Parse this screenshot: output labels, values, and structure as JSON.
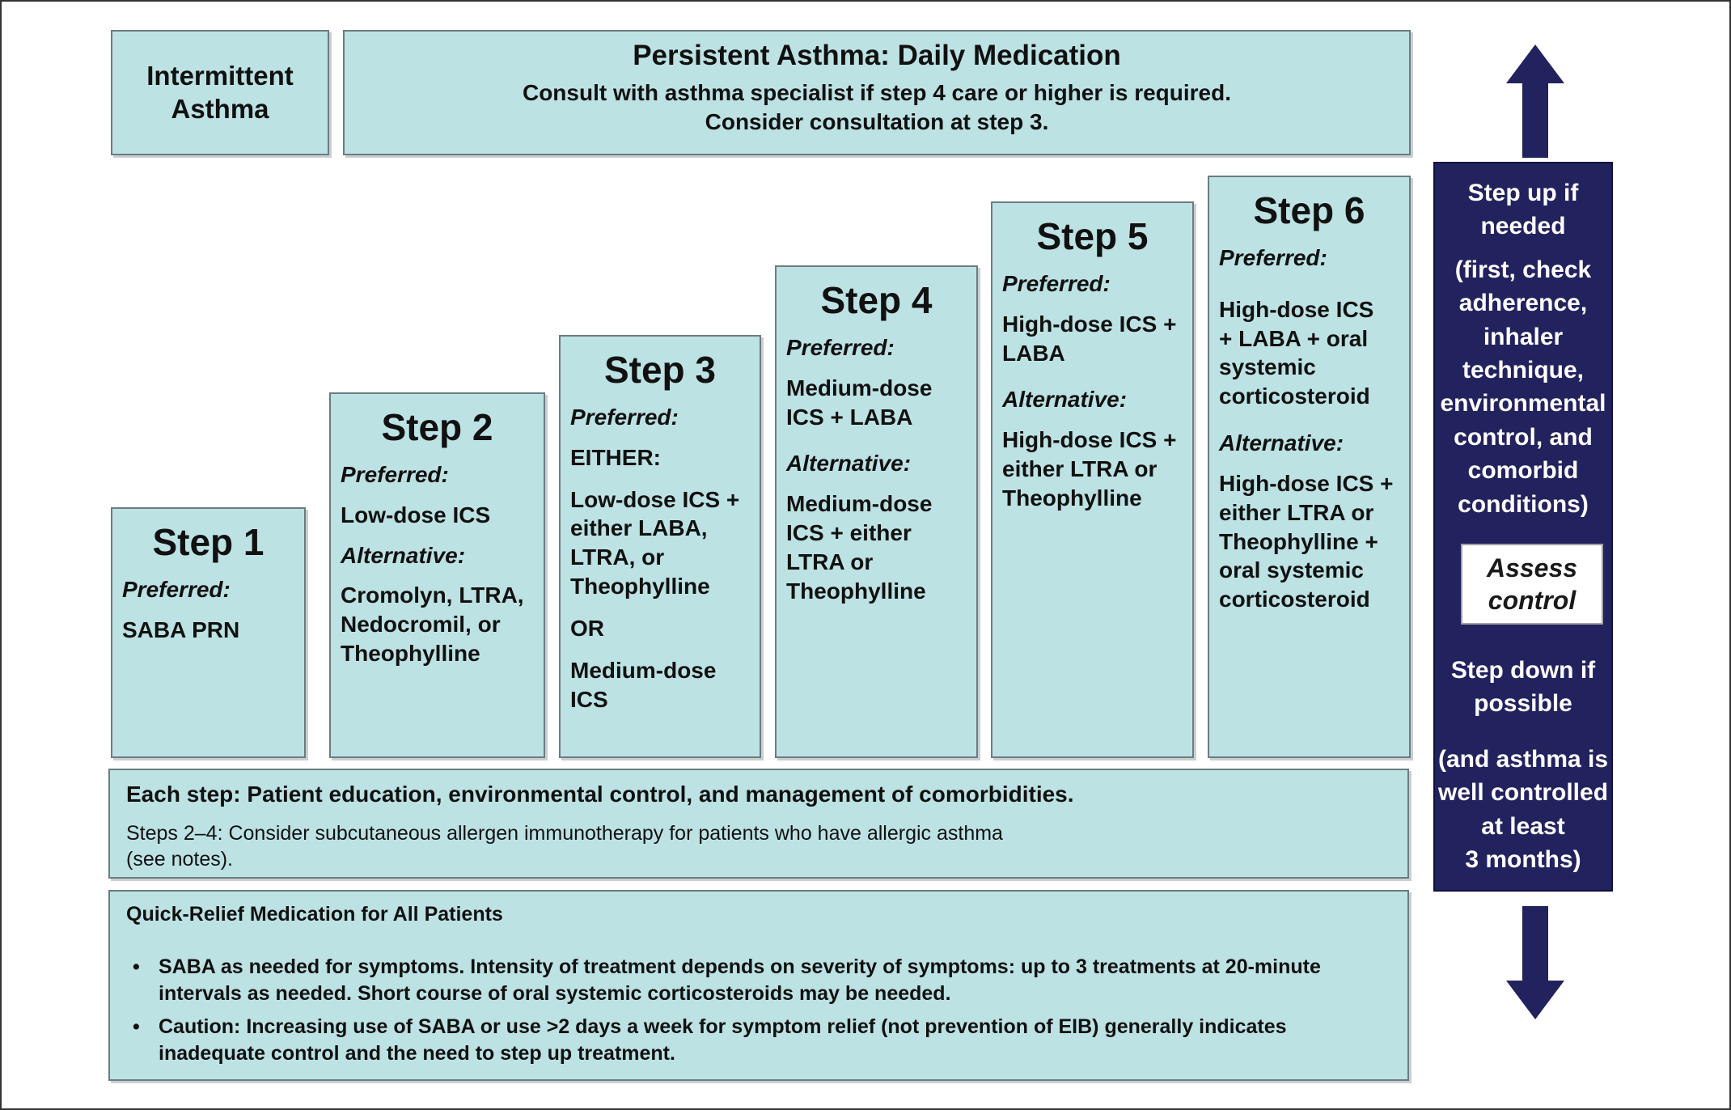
{
  "header": {
    "intermittent": "Intermittent\nAsthma",
    "persistent_title": "Persistent Asthma: Daily Medication",
    "persistent_sub1": "Consult with asthma specialist if step 4 care or higher is required.",
    "persistent_sub2": "Consider consultation at step 3."
  },
  "steps": [
    {
      "title": "Step 1",
      "preferred_label": "Preferred:",
      "preferred": "SABA PRN"
    },
    {
      "title": "Step 2",
      "preferred_label": "Preferred:",
      "preferred": "Low-dose ICS",
      "alt_label": "Alternative:",
      "alternative": "Cromolyn, LTRA,\nNedocromil, or\nTheophylline"
    },
    {
      "title": "Step 3",
      "preferred_label": "Preferred:",
      "either": "EITHER:",
      "opt1": "Low-dose ICS +\neither LABA,\nLTRA, or\nTheophylline",
      "or": "OR",
      "opt2": "Medium-dose\nICS"
    },
    {
      "title": "Step 4",
      "preferred_label": "Preferred:",
      "preferred": "Medium-dose\nICS + LABA",
      "alt_label": "Alternative:",
      "alternative": "Medium-dose\nICS + either\nLTRA or\nTheophylline"
    },
    {
      "title": "Step 5",
      "preferred_label": "Preferred:",
      "preferred": "High-dose ICS +\nLABA",
      "alt_label": "Alternative:",
      "alternative": "High-dose ICS +\neither LTRA or\nTheophylline"
    },
    {
      "title": "Step 6",
      "preferred_label": "Preferred:",
      "preferred": "High-dose ICS\n+ LABA + oral\nsystemic\ncorticosteroid",
      "alt_label": "Alternative:",
      "alternative": "High-dose ICS +\neither LTRA or\nTheophylline +\noral systemic\ncorticosteroid"
    }
  ],
  "each_step": {
    "line1": "Each step:  Patient education, environmental control, and management of comorbidities.",
    "line2": "Steps 2–4: Consider subcutaneous allergen immunotherapy for patients who have allergic asthma\n(see notes)."
  },
  "quick_relief": {
    "title": "Quick-Relief Medication for All Patients",
    "bullets": [
      "SABA as needed for symptoms. Intensity of treatment depends on severity of symptoms: up to 3 treatments at 20-minute\nintervals as needed. Short course of oral systemic corticosteroids may be needed.",
      "Caution: Increasing use of SABA or use >2 days a week for symptom  relief (not prevention of EIB) generally indicates\ninadequate control and the need to step up treatment."
    ]
  },
  "side": {
    "step_up": "Step up if\nneeded",
    "step_up_note": "(first, check\nadherence,\ninhaler\ntechnique,\nenvironmental\ncontrol, and\ncomorbid\nconditions)",
    "assess": "Assess\ncontrol",
    "step_down": "Step down if\npossible",
    "step_down_note": "(and asthma is\nwell controlled\nat least\n3 months)"
  },
  "colors": {
    "box_fill": "#bde2e4",
    "side_fill": "#22225e",
    "arrow": "#22225e"
  }
}
